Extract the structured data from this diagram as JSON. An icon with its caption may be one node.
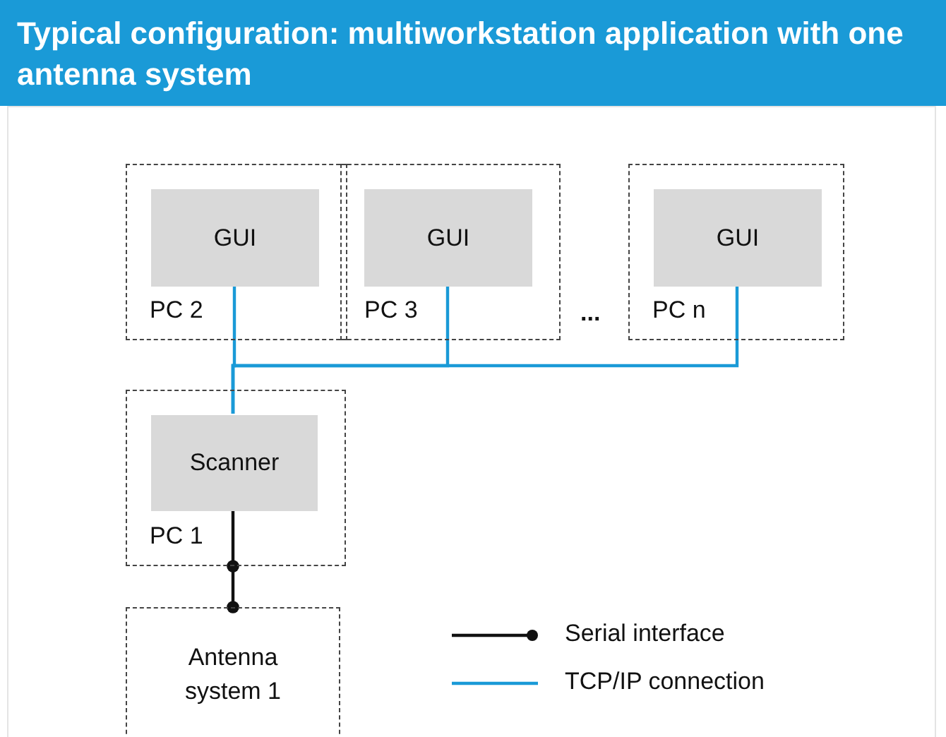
{
  "diagram": {
    "title": "Typical configuration: multiworkstation application with one antenna system",
    "nodes": [
      {
        "text": [
          "PC 2"
        ]
      },
      {
        "text": [
          "GUI"
        ],
        "in": 0
      },
      {
        "text": [
          "PC 3"
        ]
      },
      {
        "text": [
          "GUI"
        ],
        "in": 2
      },
      {
        "text": [
          "PC n"
        ]
      },
      {
        "text": [
          "GUI"
        ],
        "in": 4
      },
      {
        "text": [
          "PC 1"
        ]
      },
      {
        "text": [
          "Scanner"
        ],
        "in": 6
      },
      {
        "text": [
          "Antenna system 1"
        ]
      }
    ],
    "edges": [
      {
        "from": 1,
        "to": 7,
        "arrow": "none"
      },
      {
        "from": 3,
        "to": 7,
        "arrow": "none"
      },
      {
        "from": 5,
        "to": 7,
        "arrow": "none"
      },
      {
        "from": 7,
        "to": 8,
        "arrow": "other",
        "color": "#111111"
      }
    ],
    "labels": [
      "..."
    ],
    "legend": [
      {
        "text": "Serial interface"
      },
      {
        "text": "TCP/IP connection"
      }
    ]
  }
}
